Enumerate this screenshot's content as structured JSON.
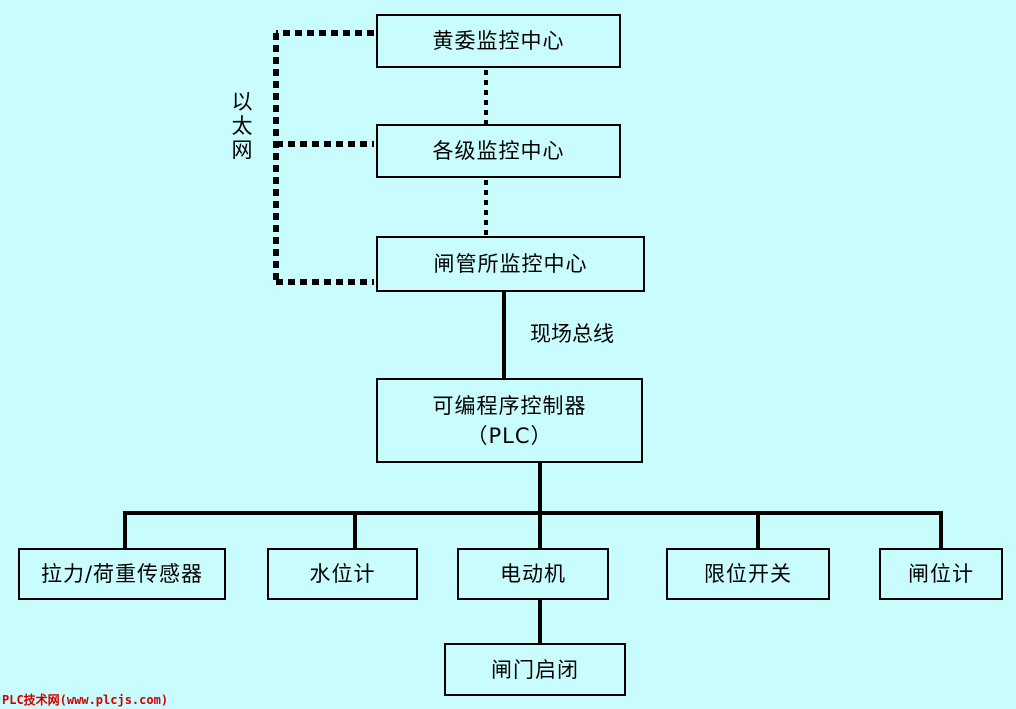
{
  "nodes": {
    "yellow_river_center": "黄委监控中心",
    "level_center": "各级监控中心",
    "sluice_center": "闸管所监控中心",
    "plc_line1": "可编程序控制器",
    "plc_line2": "（PLC）",
    "tension_sensor": "拉力/荷重传感器",
    "water_gauge": "水位计",
    "motor": "电动机",
    "limit_switch": "限位开关",
    "gate_gauge": "闸位计",
    "gate_open_close": "闸门启闭"
  },
  "labels": {
    "ethernet_chars": [
      "以",
      "太",
      "网"
    ],
    "fieldbus": "现场总线"
  },
  "watermark": "PLC技术网(www.plcjs.com)",
  "colors": {
    "background": "#c9fcfc",
    "line": "#000000",
    "watermark": "#d00000"
  }
}
